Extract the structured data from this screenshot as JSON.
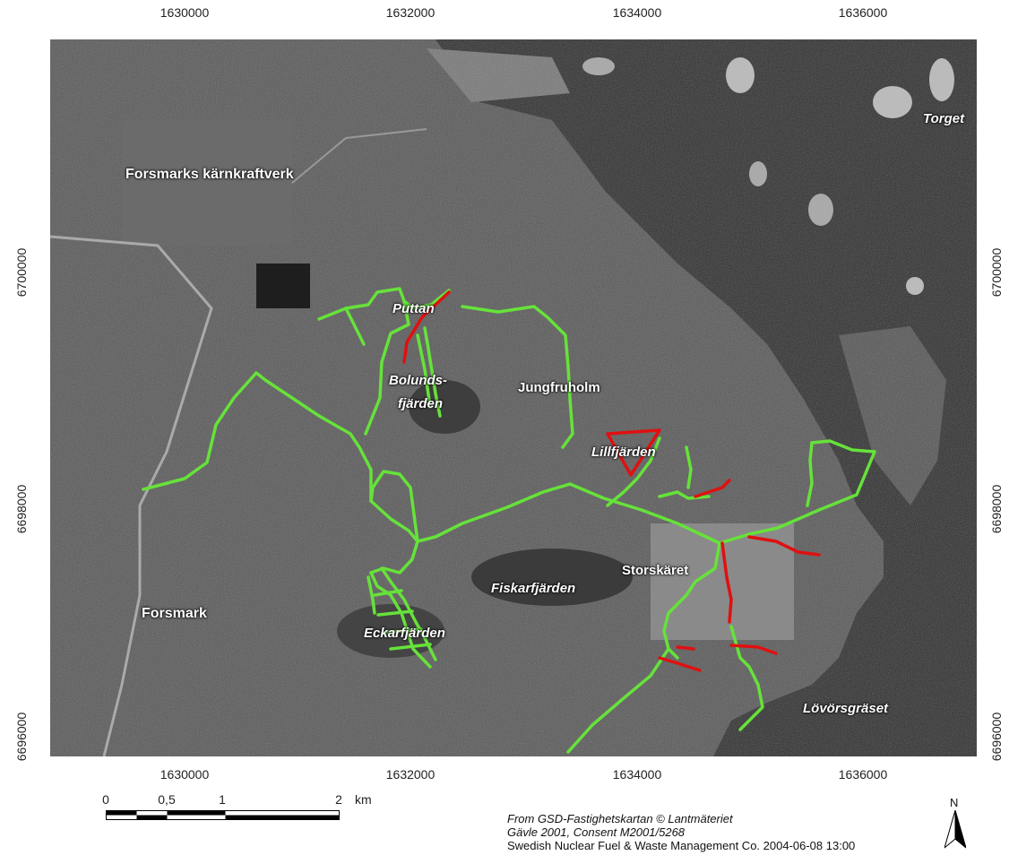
{
  "axes": {
    "x_ticks_top": [
      "1630000",
      "1632000",
      "1634000",
      "1636000"
    ],
    "x_ticks_bottom": [
      "1630000",
      "1632000",
      "1634000",
      "1636000"
    ],
    "y_ticks_left": [
      "6700000",
      "6698000",
      "6696000"
    ],
    "y_ticks_right": [
      "6700000",
      "6698000",
      "6696000"
    ]
  },
  "places": {
    "forsmarks_karnkraftverk": "Forsmarks kärnkraftverk",
    "torget": "Torget",
    "puttan": "Puttan",
    "bolunds_1": "Bolunds-",
    "bolunds_2": "fjärden",
    "jungfruholm": "Jungfruholm",
    "lillfjarden": "Lillfjärden",
    "storskaret": "Storskäret",
    "fiskarfjarden": "Fiskarfjärden",
    "forsmark": "Forsmark",
    "eckarfjarden": "Eckarfjärden",
    "lovorsgraset": "Lövörsgräset"
  },
  "scale_bar": {
    "labels": [
      "0",
      "0,5",
      "1",
      "2"
    ],
    "unit": "km"
  },
  "north_arrow": {
    "label": "N"
  },
  "credits": {
    "line1": "From GSD-Fastighetskartan © Lantmäteriet",
    "line2": "Gävle 2001, Consent M2001/5268",
    "line3": "Swedish Nuclear Fuel & Waste Management Co. 2004-06-08 13:00"
  },
  "colors": {
    "route_green": "#66e23a",
    "route_red": "#e01010",
    "sea": "#2f2f2f",
    "land": "#5a5a5a"
  },
  "icons": {
    "north": "north-arrow-icon"
  }
}
